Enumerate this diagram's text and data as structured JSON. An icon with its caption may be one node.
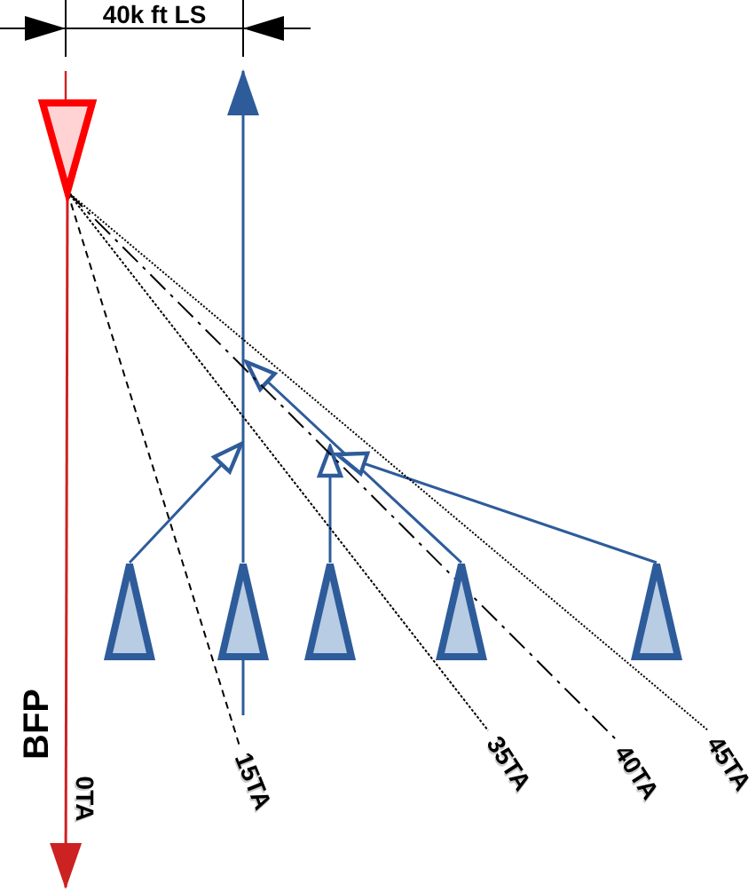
{
  "diagram": {
    "nodes": [
      {
        "text": [],
        "shape": "triangle"
      },
      {
        "text": [],
        "shape": "triangle"
      },
      {
        "text": [],
        "shape": "triangle"
      },
      {
        "text": [],
        "shape": "triangle"
      },
      {
        "text": [],
        "shape": "triangle"
      },
      {
        "text": [],
        "shape": "triangle"
      },
      {
        "text": [
          "15TA"
        ]
      },
      {
        "text": [
          "35TA"
        ]
      },
      {
        "text": [
          "40TA"
        ]
      },
      {
        "text": [
          "45TA"
        ]
      }
    ],
    "edges": [
      {
        "from": 0,
        "to": null,
        "arrow": "to",
        "color": "#cc2222"
      },
      {
        "from": 2,
        "to": null,
        "arrow": "to"
      },
      {
        "from": 1,
        "to": null,
        "arrow": "to"
      },
      {
        "from": 3,
        "to": null,
        "arrow": "to"
      },
      {
        "from": 4,
        "to": null,
        "arrow": "to"
      },
      {
        "from": 5,
        "to": null,
        "arrow": "to"
      },
      {
        "from": 0,
        "to": 6,
        "arrow": "none",
        "style": "dashed",
        "color": "#000000"
      },
      {
        "from": 0,
        "to": 7,
        "arrow": "none",
        "style": "dashed",
        "color": "#000000"
      },
      {
        "from": 0,
        "to": 8,
        "arrow": "none",
        "style": "dashed",
        "color": "#000000"
      },
      {
        "from": 0,
        "to": 9,
        "arrow": "none",
        "style": "dashed",
        "color": "#000000"
      }
    ],
    "labels": [
      "40k ft LS",
      "BFP",
      "0TA"
    ]
  }
}
